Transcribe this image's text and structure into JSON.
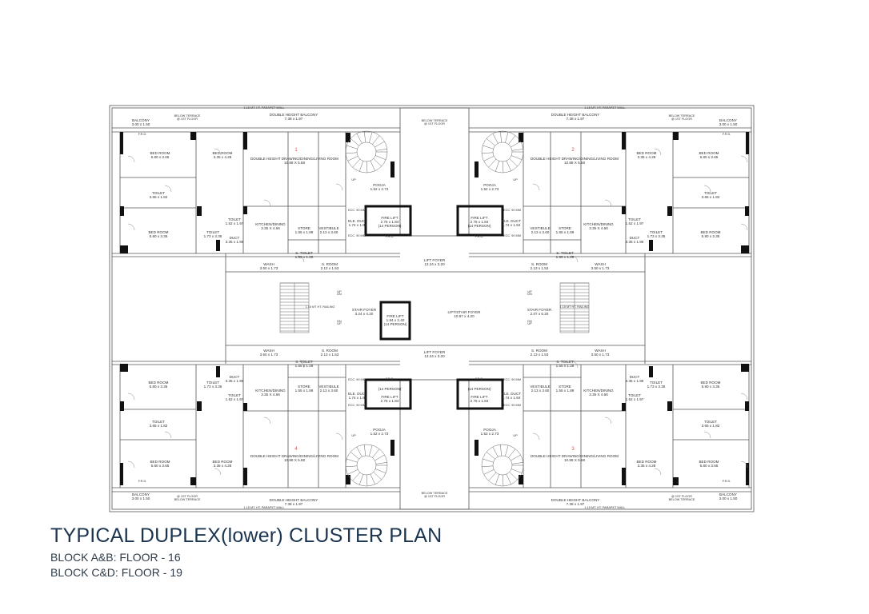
{
  "title": "TYPICAL DUPLEX(lower) CLUSTER PLAN",
  "subtitle_lines": [
    "BLOCK A&B: FLOOR - 16",
    "BLOCK C&D: FLOOR - 19"
  ],
  "units": [
    "1",
    "2",
    "3",
    "4"
  ],
  "rooms": {
    "balcony": "BALCONY",
    "balcony_dim": "3.00 x 1.50",
    "double_height_balcony": "DOUBLE HEIGHT BALCONY",
    "dh_balcony_dim": "7.38 x 1.97",
    "bed_room": "BED ROOM",
    "bed_dim_a": "5.80 x 3.65",
    "bed_dim_b": "3.35 x 4.28",
    "bed_dim_c": "5.80 x 3.35",
    "toilet": "TOILET",
    "toilet_dim_a": "3.65 x 1.82",
    "toilet_dim_b": "1.73 x 3.35",
    "toilet_dim_c": "1.52 x 1.97",
    "duct": "DUCT",
    "duct_dim": "3.35 x 1.96",
    "living": "DOUBLE HEIGHT DRAWING/DINING/LIVING ROOM",
    "living_dim": "10.88 X 5.58",
    "kitchen": "KITCHEN/DINING",
    "kitchen_dim": "3.35 X 4.66",
    "store": "STORE",
    "store_dim": "1.55 x 1.89",
    "vestibule": "VESTIBULE",
    "vestibule_dim": "2.13 x 3.60",
    "wash": "WASH",
    "wash_dim": "3.50 x 1.73",
    "s_toilet": "S. TOILET",
    "s_toilet_dim": "1.55 x 1.28",
    "s_room": "S. ROOM",
    "s_room_dim": "2.13 x 1.53",
    "pooja": "POOJA",
    "pooja_dim": "1.52 x 2.73",
    "ele_duct": "ELE. DUCT",
    "ele_duct_dim": "1.74 x 1.84",
    "fire_lift": "FIRE LIFT",
    "fire_lift_dim": "2.75 x 1.84",
    "person": "(14 PERSON)",
    "center_fire_lift": "FIRE LIFT",
    "center_fire_lift_dim": "1.84 x 2.40",
    "frd": "F.R.D.",
    "ecc": "ECC. 90 MM",
    "lift_foyer": "LIFT FOYER",
    "lift_foyer_dim": "13.24 x 3.20",
    "lift_stair_foyer": "LIFT/STAIR FOYER",
    "lift_stair_foyer_dim": "10.97 x 4.20",
    "stair_foyer": "STAIR FOYER",
    "stair_foyer_dim_a": "3.24 x 4.20",
    "stair_foyer_dim_b": "2.07 x 6.20",
    "below_terrace": "BELOW TERRACE",
    "first_floor": "@ 1ST FLOOR",
    "parapet": "1.15 MT. HT. PARAPET WALL",
    "railing": "1.15 MT HT. RAILING",
    "up": "UP",
    "dn": "DN"
  }
}
